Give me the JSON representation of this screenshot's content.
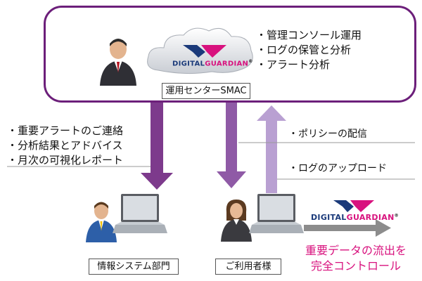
{
  "smac": {
    "label": "運用センターSMAC",
    "bullets": [
      "・管理コンソール運用",
      "・ログの保管と分析",
      "・アラート分析"
    ]
  },
  "logo": {
    "part1": "DIGITAL",
    "part2": "GUARDIAN",
    "mark": "®"
  },
  "left_flow": {
    "bullets": [
      "・重要アラートのご連絡",
      "・分析結果とアドバイス",
      "・月次の可視化レポート"
    ]
  },
  "right_flow": {
    "bullets": [
      "・ポリシーの配信",
      "・ログのアップロード"
    ]
  },
  "info_system": {
    "label": "情報システム部門"
  },
  "user": {
    "label": "ご利用者様"
  },
  "tagline": {
    "line1": "重要データの流出を",
    "line2": "完全コントロール"
  },
  "colors": {
    "purple_dark": "#7d3a8c",
    "purple_light": "#b9a0d2",
    "border": "#6c1f7a",
    "pink": "#d8127e",
    "navy": "#1b3a7a"
  }
}
